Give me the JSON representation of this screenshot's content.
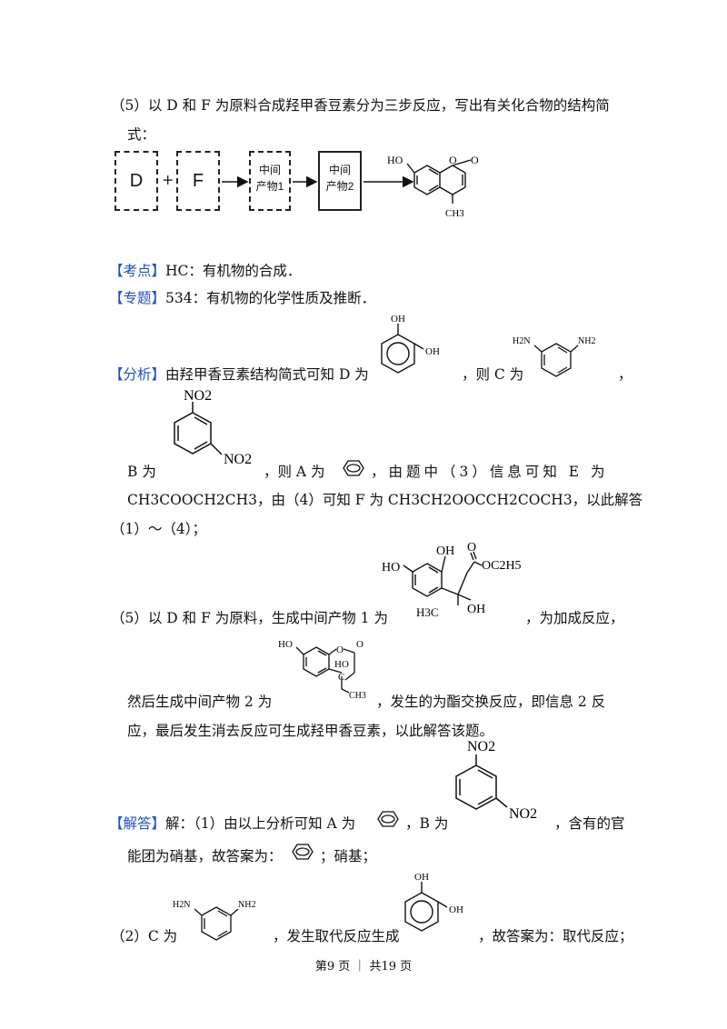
{
  "q5": {
    "line1": "（5）以 D 和 F 为原料合成羟甲香豆素分为三步反应，写出有关化合物的结构简",
    "line2": "式："
  },
  "flow": {
    "box_d": "D",
    "plus": "+",
    "box_f": "F",
    "mid1_a": "中间",
    "mid1_b": "产物1",
    "mid2_a": "中间",
    "mid2_b": "产物2",
    "product_labels": {
      "ho": "HO",
      "o": "O",
      "ch3": "CH3"
    }
  },
  "kaodian": {
    "tag": "【考点】",
    "text": "HC：有机物的合成．"
  },
  "zhuanti": {
    "tag": "【专题】",
    "text": "534：有机物的化学性质及推断．"
  },
  "fenxi": {
    "tag": "【分析】",
    "t1": "由羟甲香豆素结构简式可知 D 为",
    "t2": "，则 C 为",
    "t3": "，",
    "b_label": "B 为",
    "t4": "，则 A 为",
    "t5": "，由题中（3）信息可知 E 为",
    "line2": "CH3COOCH2CH3，由（4）可知 F 为 CH3CH2OOCCH2COCH3，以此解答",
    "line3": "（1）～（4）；",
    "labels": {
      "oh": "OH",
      "nh2": "NH2",
      "no2": "NO2",
      "h2n": "H2N"
    }
  },
  "p5": {
    "t1": "（5）以 D 和 F 为原料，生成中间产物 1 为",
    "t2": "，为加成反应，",
    "t3": "然后生成中间产物 2 为",
    "t4": "，发生的为酯交换反应，即信息 2 反",
    "t5": "应，最后发生消去反应可生成羟甲香豆素，以此解答该题。",
    "mol1": {
      "ho": "HO",
      "oh": "OH",
      "o": "O",
      "oc2h5": "OC2H5",
      "h3c": "H3C",
      "oh2": "OH"
    },
    "mol2": {
      "ho": "HO",
      "o": "O",
      "ho2": "HO",
      "c": "C",
      "ch3": "CH3"
    }
  },
  "jieda": {
    "tag": "【解答】",
    "t1": "解：（1）由以上分析可知 A 为",
    "t2": "，B 为",
    "t3": "，含有的官",
    "t4": "能团为硝基，故答案为：",
    "t5": "；硝基；",
    "t6": "（2）C 为",
    "t7": "，发生取代反应生成",
    "t8": "，故答案为：取代反应；"
  },
  "footer": "第9 页 ｜ 共19 页"
}
